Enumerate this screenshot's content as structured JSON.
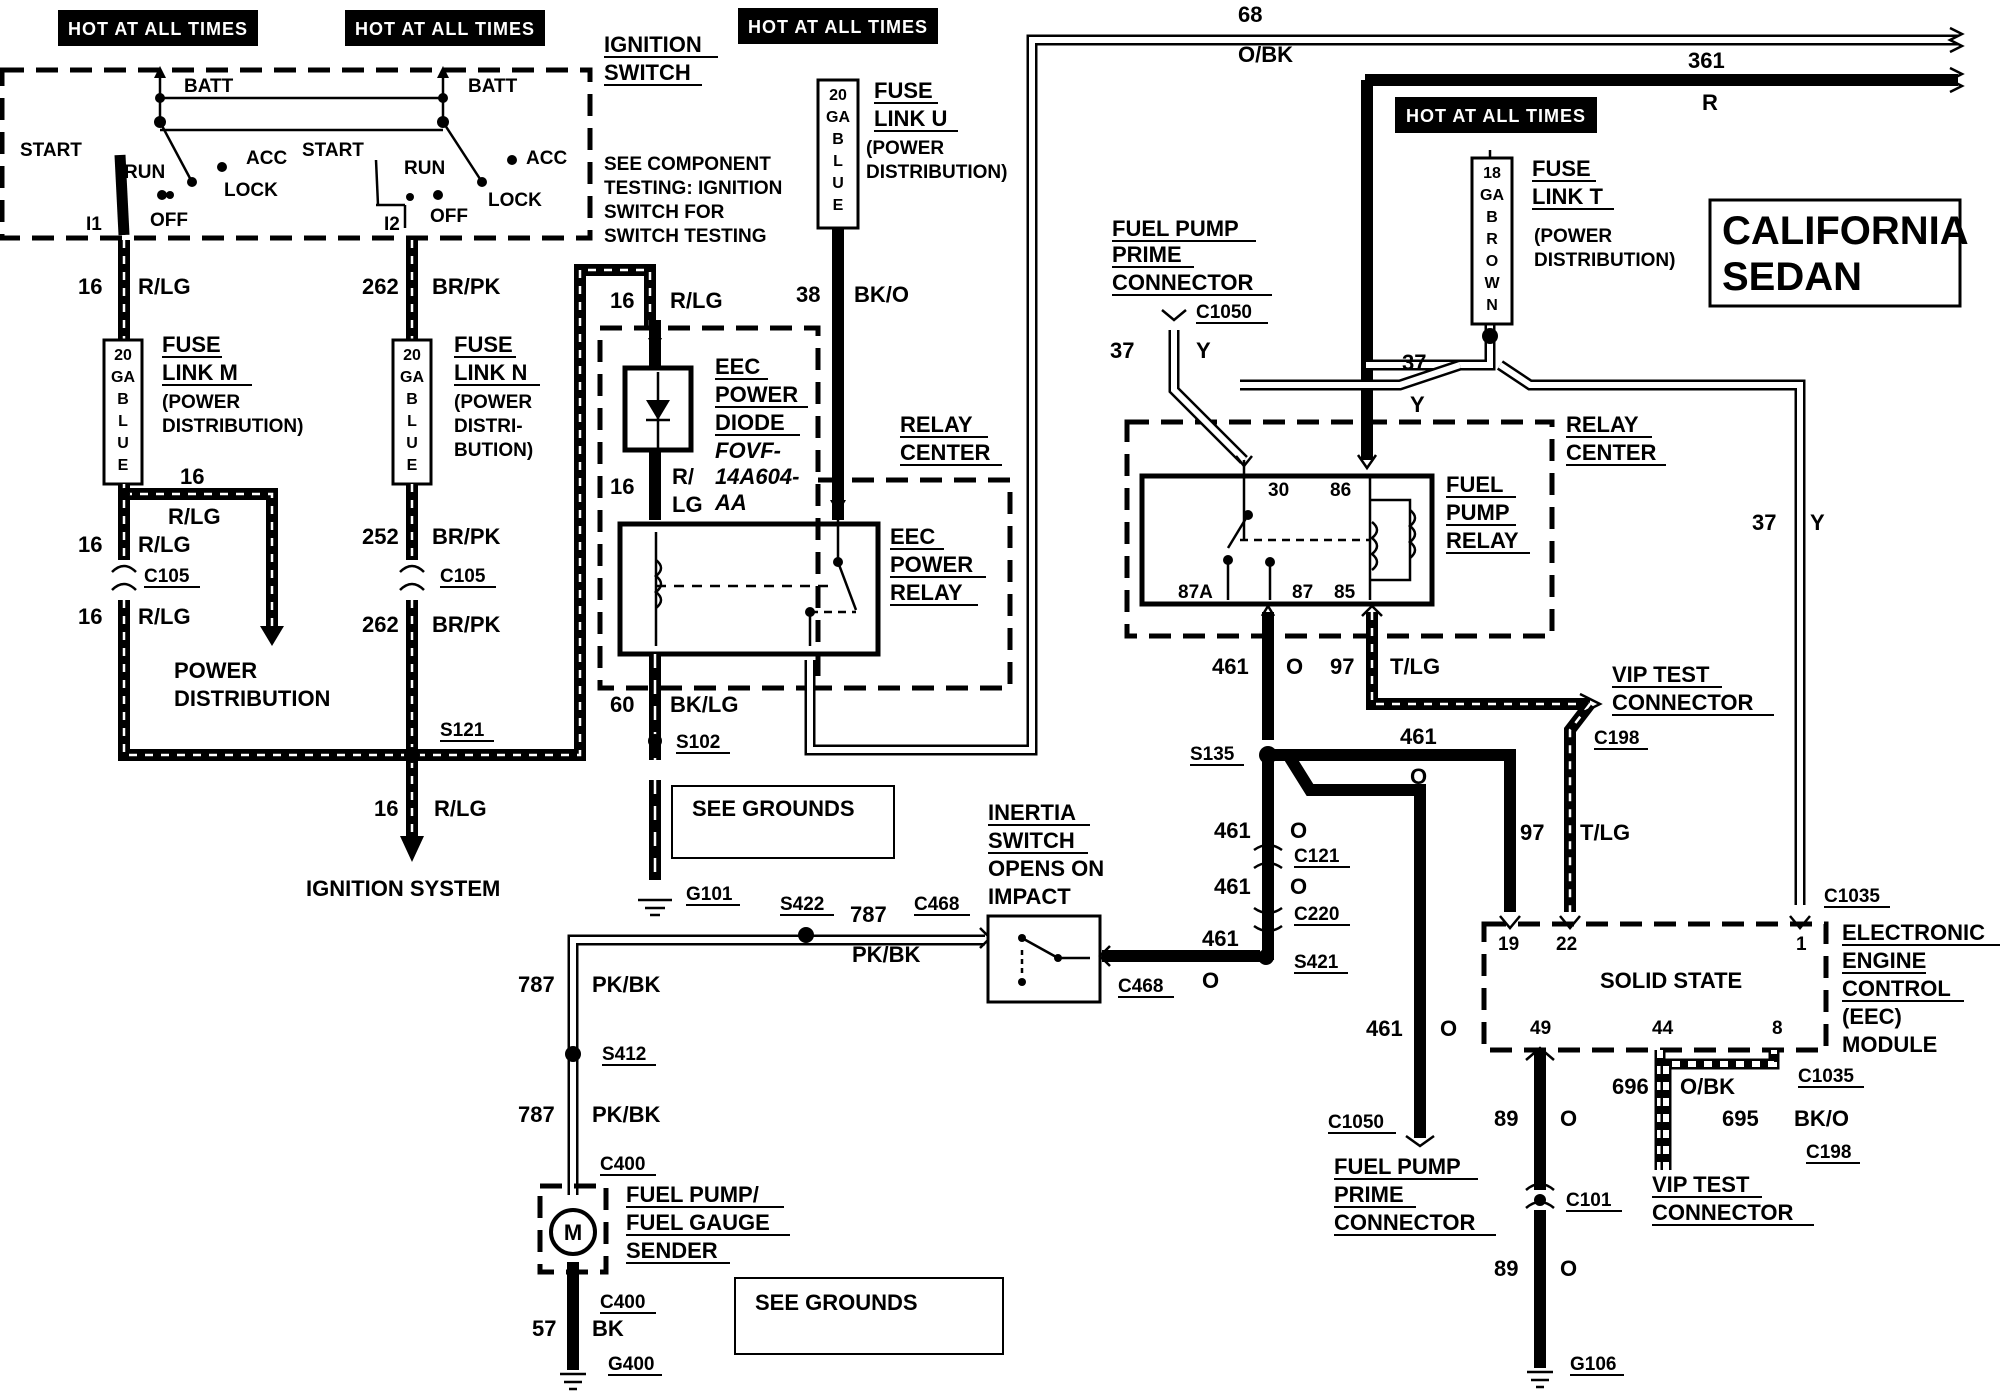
{
  "header_boxes": {
    "hot1": "HOT AT ALL TIMES",
    "hot2": "HOT AT ALL TIMES",
    "hot3": "HOT AT ALL TIMES",
    "hot4": "HOT AT ALL TIMES"
  },
  "ignition": {
    "title_1": "IGNITION",
    "title_2": "SWITCH",
    "note_1": "SEE COMPONENT",
    "note_2": "TESTING: IGNITION",
    "note_3": "SWITCH FOR",
    "note_4": "SWITCH TESTING",
    "batt": "BATT",
    "start": "START",
    "run": "RUN",
    "acc": "ACC",
    "lock": "LOCK",
    "off": "OFF",
    "i1": "I1",
    "i2": "I2"
  },
  "title_block": {
    "line1": "CALIFORNIA",
    "line2": "SEDAN"
  },
  "fuse_links": {
    "m": {
      "size": [
        "20",
        "GA",
        "B",
        "L",
        "U",
        "E"
      ],
      "title_1": "FUSE",
      "title_2": "LINK M",
      "sub_1": "(POWER",
      "sub_2": "DISTRIBUTION)"
    },
    "n": {
      "size": [
        "20",
        "GA",
        "B",
        "L",
        "U",
        "E"
      ],
      "title_1": "FUSE",
      "title_2": "LINK N",
      "sub_1": "(POWER",
      "sub_2": "DISTRI-",
      "sub_3": "BUTION)"
    },
    "u": {
      "size": [
        "20",
        "GA",
        "B",
        "L",
        "U",
        "E"
      ],
      "title_1": "FUSE",
      "title_2": "LINK U",
      "sub_1": "(POWER",
      "sub_2": "DISTRIBUTION)"
    },
    "t": {
      "size": [
        "18",
        "GA",
        "B",
        "R",
        "O",
        "W",
        "N"
      ],
      "title_1": "FUSE",
      "title_2": "LINK T",
      "sub_1": "(POWER",
      "sub_2": "DISTRIBUTION)"
    }
  },
  "circuits": {
    "c16": "16",
    "rlg": "R/LG",
    "c262": "262",
    "brpk": "BR/PK",
    "c252": "252",
    "c38": "38",
    "bko": "BK/O",
    "c60": "60",
    "bklg": "BK/LG",
    "c68": "68",
    "obk": "O/BK",
    "c361": "361",
    "r": "R",
    "c37": "37",
    "y": "Y",
    "c461": "461",
    "o": "O",
    "c97": "97",
    "tlg": "T/LG",
    "c787": "787",
    "pkbk": "PK/BK",
    "c57": "57",
    "bk": "BK",
    "c89": "89",
    "c696": "696",
    "c695": "695",
    "rlg_split_1": "R/",
    "rlg_split_2": "LG"
  },
  "connectors": {
    "c105": "C105",
    "s121": "S121",
    "s102": "S102",
    "g101": "G101",
    "s422": "S422",
    "c468": "C468",
    "s412": "S412",
    "c400": "C400",
    "g400": "G400",
    "c1050": "C1050",
    "s135": "S135",
    "c121": "C121",
    "c220": "C220",
    "s421": "S421",
    "c198": "C198",
    "c1035": "C1035",
    "c101": "C101",
    "g106": "G106"
  },
  "components": {
    "power_dist_1": "POWER",
    "power_dist_2": "DISTRIBUTION",
    "ignition_system": "IGNITION SYSTEM",
    "see_grounds": "SEE GROUNDS",
    "eec_diode_1": "EEC",
    "eec_diode_2": "POWER",
    "eec_diode_3": "DIODE",
    "eec_diode_pn1": "FOVF-",
    "eec_diode_pn2": "14A604-",
    "eec_diode_pn3": "AA",
    "relay_center_1": "RELAY",
    "relay_center_2": "CENTER",
    "eec_relay_1": "EEC",
    "eec_relay_2": "POWER",
    "eec_relay_3": "RELAY",
    "prime_1": "FUEL PUMP",
    "prime_2": "PRIME",
    "prime_3": "CONNECTOR",
    "fp_relay_1": "FUEL",
    "fp_relay_2": "PUMP",
    "fp_relay_3": "RELAY",
    "pin30": "30",
    "pin86": "86",
    "pin87a": "87A",
    "pin87": "87",
    "pin85": "85",
    "vip_1": "VIP TEST",
    "vip_2": "CONNECTOR",
    "inertia_1": "INERTIA",
    "inertia_2": "SWITCH",
    "inertia_3": "OPENS ON",
    "inertia_4": "IMPACT",
    "pump_1": "FUEL PUMP/",
    "pump_2": "FUEL GAUGE",
    "pump_3": "SENDER",
    "motor": "M",
    "eec_solid": "SOLID STATE",
    "eec_mod_1": "ELECTRONIC",
    "eec_mod_2": "ENGINE",
    "eec_mod_3": "CONTROL",
    "eec_mod_4": "(EEC)",
    "eec_mod_5": "MODULE",
    "pin19": "19",
    "pin22": "22",
    "pin1": "1",
    "pin49": "49",
    "pin44": "44",
    "pin8": "8"
  }
}
